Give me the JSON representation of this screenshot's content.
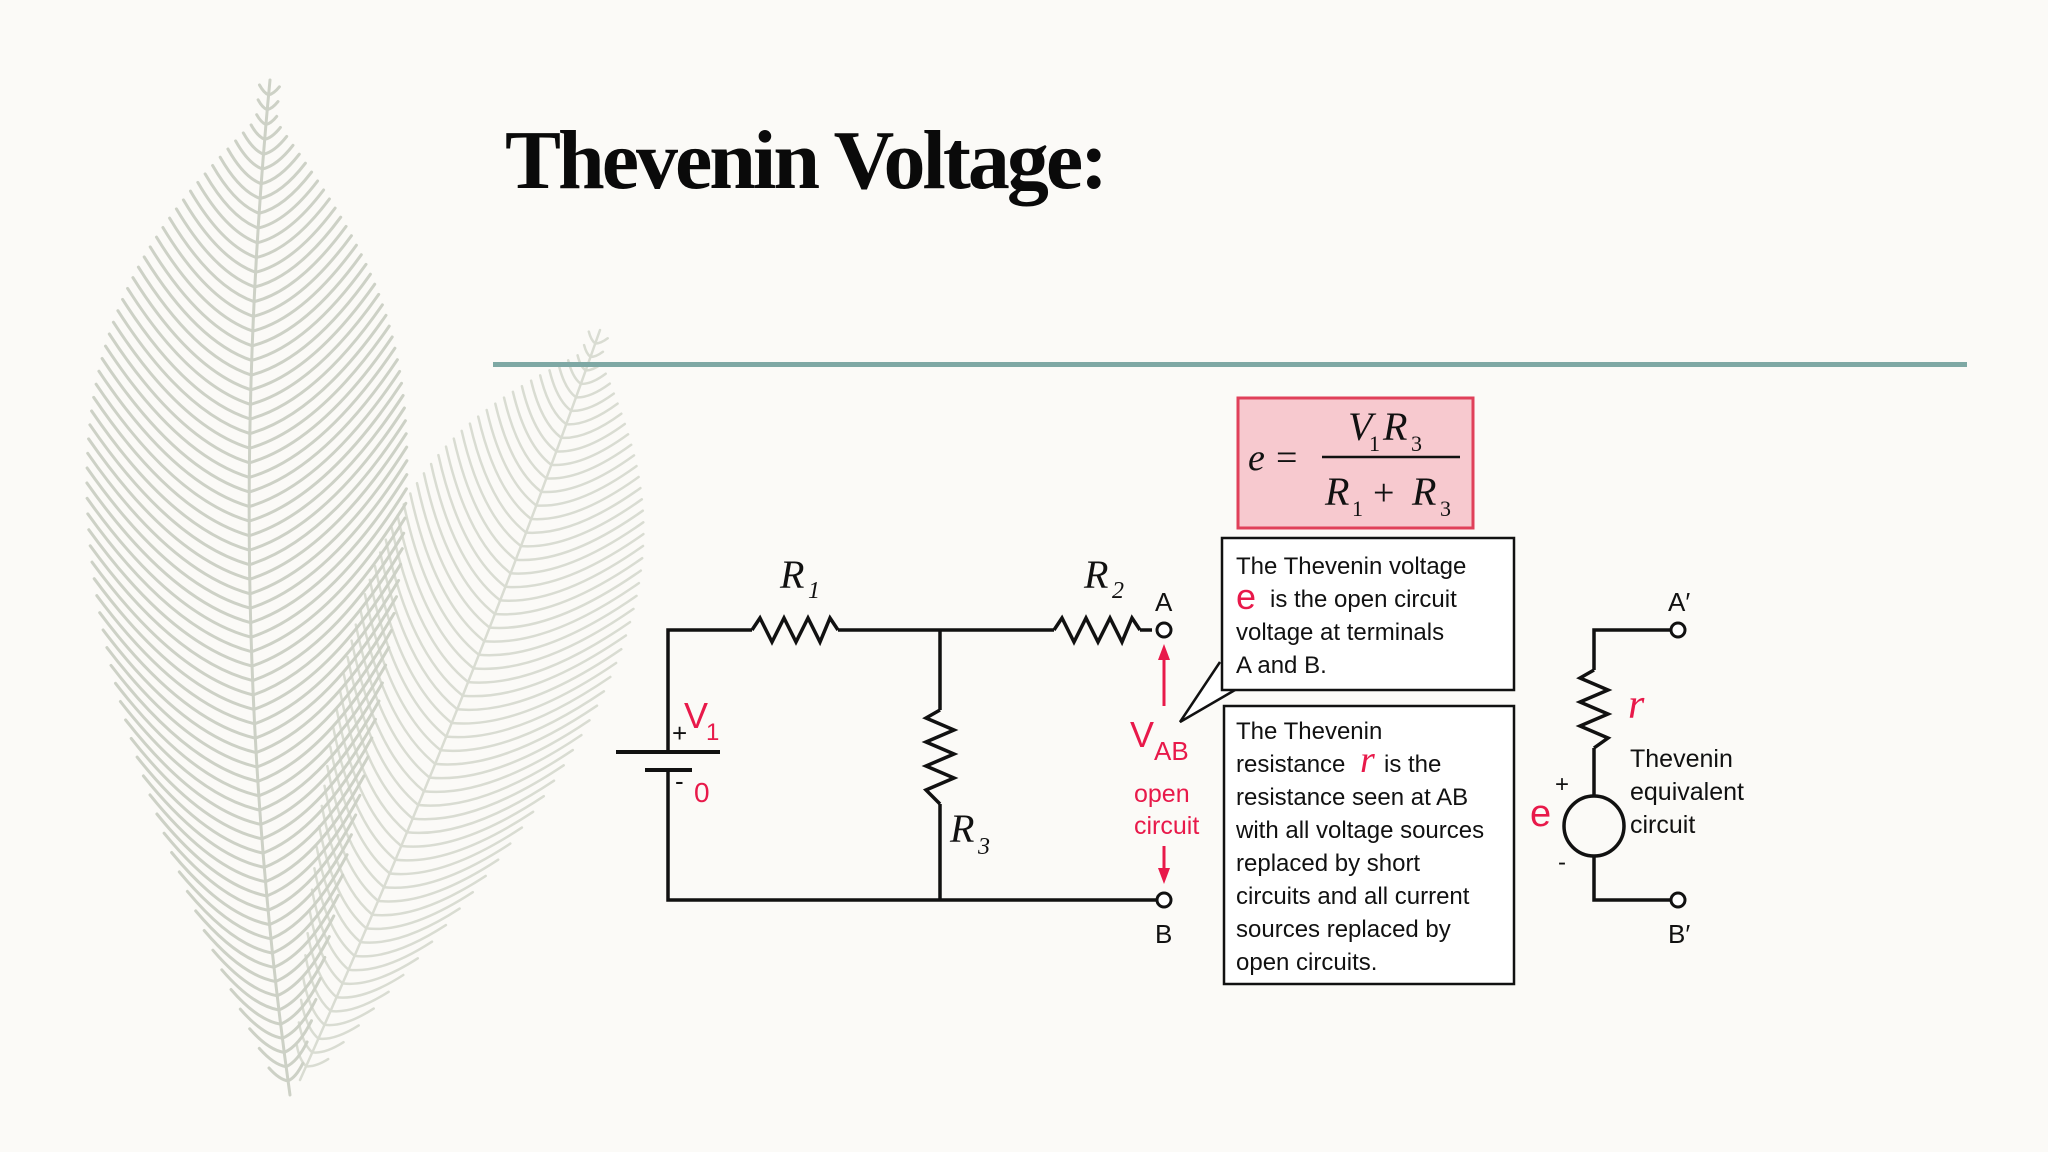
{
  "slide": {
    "title": "Thevenin Voltage:"
  },
  "formula": {
    "lhs": "e",
    "equals": "=",
    "num_v": "V",
    "num_v_sub": "1",
    "num_r": "R",
    "num_r_sub": "3",
    "den_r1": "R",
    "den_r1_sub": "1",
    "den_plus": "+",
    "den_r3": "R",
    "den_r3_sub": "3",
    "box_fill": "#f7c9cf",
    "box_border": "#e0405a"
  },
  "circuit": {
    "r1": "R",
    "r1_sub": "1",
    "r2": "R",
    "r2_sub": "2",
    "r3": "R",
    "r3_sub": "3",
    "terminal_a": "A",
    "terminal_b": "B",
    "source_plus": "+",
    "source_minus": "-",
    "v1": "V",
    "v1_sub": "1",
    "v1_zero": "0",
    "vab": "V",
    "vab_sub": "AB",
    "open_label": "open",
    "circuit_label": "circuit",
    "accent_color": "#e8194a"
  },
  "voltage_note": {
    "line1": "The Thevenin voltage",
    "e_symbol": "e",
    "line2": "is the open circuit",
    "line3": "voltage at terminals",
    "line4": "A and B."
  },
  "resistance_note": {
    "line1": "The Thevenin",
    "line2a": "resistance",
    "r_symbol": "r",
    "line2b": "is the",
    "line3": "resistance seen at AB",
    "line4": "with all voltage sources",
    "line5": "replaced by short",
    "line6": "circuits and all current",
    "line7": "sources replaced by",
    "line8": "open circuits."
  },
  "equivalent": {
    "terminal_a": "A′",
    "terminal_b": "B′",
    "r_symbol": "r",
    "e_symbol": "e",
    "plus": "+",
    "minus": "-",
    "label1": "Thevenin",
    "label2": "equivalent",
    "label3": "circuit"
  }
}
